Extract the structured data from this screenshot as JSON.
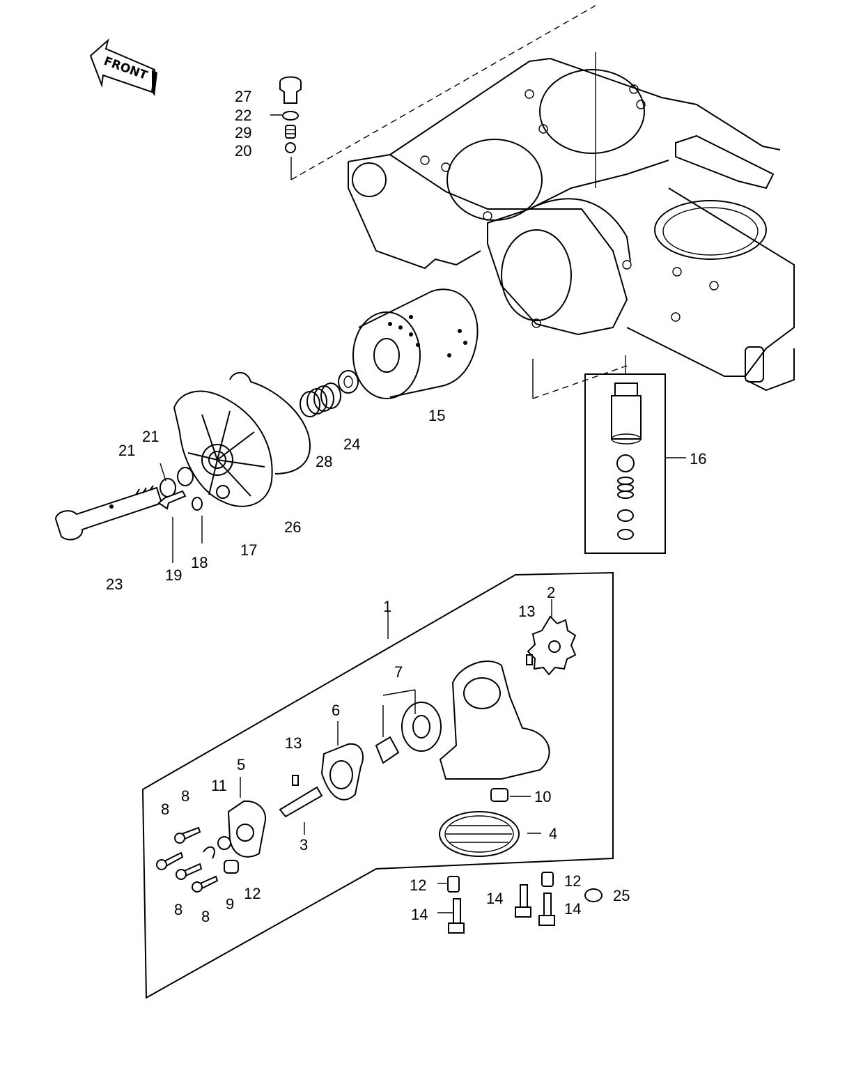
{
  "front_marker": "FRONT",
  "callouts": {
    "c1": "1",
    "c2": "2",
    "c3": "3",
    "c4": "4",
    "c5": "5",
    "c6": "6",
    "c7": "7",
    "c8a": "8",
    "c8b": "8",
    "c8c": "8",
    "c8d": "8",
    "c9": "9",
    "c10": "10",
    "c11": "11",
    "c12a": "12",
    "c12b": "12",
    "c12c": "12",
    "c13a": "13",
    "c13b": "13",
    "c14a": "14",
    "c14b": "14",
    "c14c": "14",
    "c15": "15",
    "c16": "16",
    "c17": "17",
    "c18": "18",
    "c19": "19",
    "c20": "20",
    "c21a": "21",
    "c21b": "21",
    "c22": "22",
    "c23": "23",
    "c24": "24",
    "c25": "25",
    "c26": "26",
    "c27": "27",
    "c28": "28",
    "c29": "29"
  }
}
